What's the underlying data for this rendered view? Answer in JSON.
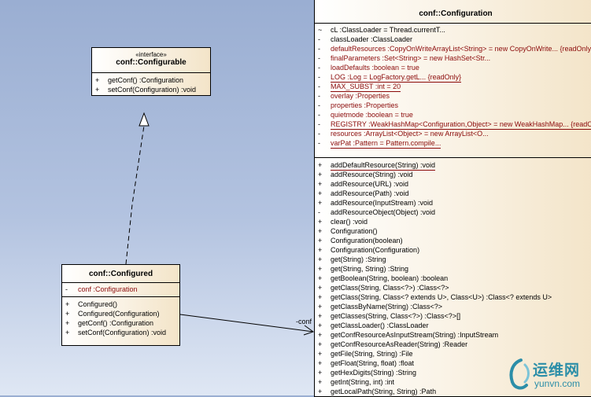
{
  "configurable": {
    "stereotype": "«interface»",
    "name": "conf::Configurable",
    "operations": [
      {
        "vis": "+",
        "text": "getConf()  :Configuration"
      },
      {
        "vis": "+",
        "text": "setConf(Configuration)  :void"
      }
    ]
  },
  "configured": {
    "name": "conf::Configured",
    "attributes": [
      {
        "vis": "-",
        "text": "conf  :Configuration"
      }
    ],
    "operations": [
      {
        "vis": "+",
        "text": "Configured()"
      },
      {
        "vis": "+",
        "text": "Configured(Configuration)"
      },
      {
        "vis": "+",
        "text": "getConf()  :Configuration"
      },
      {
        "vis": "+",
        "text": "setConf(Configuration)  :void"
      }
    ]
  },
  "configuration": {
    "name": "conf::Configuration",
    "attributes": [
      {
        "vis": "~",
        "text": "cL  :ClassLoader = Thread.currentT..."
      },
      {
        "vis": "-",
        "text": "classLoader  :ClassLoader"
      },
      {
        "vis": "-",
        "text": "defaultResources  :CopyOnWriteArrayList<String> = new CopyOnWrite... {readOnly}"
      },
      {
        "vis": "-",
        "text": "finalParameters  :Set<String> = new HashSet<Str..."
      },
      {
        "vis": "-",
        "text": "loadDefaults  :boolean = true"
      },
      {
        "vis": "-",
        "text": "LOG  :Log = LogFactory.getL... {readOnly}"
      },
      {
        "vis": "-",
        "text": "MAX_SUBST  :int = 20"
      },
      {
        "vis": "-",
        "text": "overlay  :Properties"
      },
      {
        "vis": "-",
        "text": "properties  :Properties"
      },
      {
        "vis": "-",
        "text": "quietmode  :boolean = true"
      },
      {
        "vis": "-",
        "text": "REGISTRY  :WeakHashMap<Configuration,Object> = new WeakHashMap... {readOnly}"
      },
      {
        "vis": "-",
        "text": "resources  :ArrayList<Object> = new ArrayList<O..."
      },
      {
        "vis": "-",
        "text": "varPat  :Pattern = Pattern.compile..."
      }
    ],
    "operations": [
      {
        "vis": "+",
        "text": "addDefaultResource(String)  :void"
      },
      {
        "vis": "+",
        "text": "addResource(String)  :void"
      },
      {
        "vis": "+",
        "text": "addResource(URL)  :void"
      },
      {
        "vis": "+",
        "text": "addResource(Path)  :void"
      },
      {
        "vis": "+",
        "text": "addResource(InputStream)  :void"
      },
      {
        "vis": "-",
        "text": "addResourceObject(Object)  :void"
      },
      {
        "vis": "+",
        "text": "clear()  :void"
      },
      {
        "vis": "+",
        "text": "Configuration()"
      },
      {
        "vis": "+",
        "text": "Configuration(boolean)"
      },
      {
        "vis": "+",
        "text": "Configuration(Configuration)"
      },
      {
        "vis": "+",
        "text": "get(String)  :String"
      },
      {
        "vis": "+",
        "text": "get(String, String)  :String"
      },
      {
        "vis": "+",
        "text": "getBoolean(String, boolean)  :boolean"
      },
      {
        "vis": "+",
        "text": "getClass(String, Class<?>)  :Class<?>"
      },
      {
        "vis": "+",
        "text": "getClass(String, Class<? extends U>, Class<U>)  :Class<? extends U>"
      },
      {
        "vis": "+",
        "text": "getClassByName(String)  :Class<?>"
      },
      {
        "vis": "+",
        "text": "getClasses(String, Class<?>)  :Class<?>[]"
      },
      {
        "vis": "+",
        "text": "getClassLoader()  :ClassLoader"
      },
      {
        "vis": "+",
        "text": "getConfResourceAsInputStream(String)  :InputStream"
      },
      {
        "vis": "+",
        "text": "getConfResourceAsReader(String)  :Reader"
      },
      {
        "vis": "+",
        "text": "getFile(String, String)  :File"
      },
      {
        "vis": "+",
        "text": "getFloat(String, float)  :float"
      },
      {
        "vis": "+",
        "text": "getHexDigits(String)  :String"
      },
      {
        "vis": "+",
        "text": "getInt(String, int)  :int"
      },
      {
        "vis": "+",
        "text": "getLocalPath(String, String)  :Path"
      }
    ]
  },
  "association": {
    "role": "-conf"
  },
  "watermark": {
    "name": "运维网",
    "url": "yunvn.com"
  },
  "colors": {
    "static_red": "#8b0a0a",
    "box_fill": "#f6ead2",
    "bg_blue": "#9aaed2",
    "logo": "#2c8ea8"
  }
}
